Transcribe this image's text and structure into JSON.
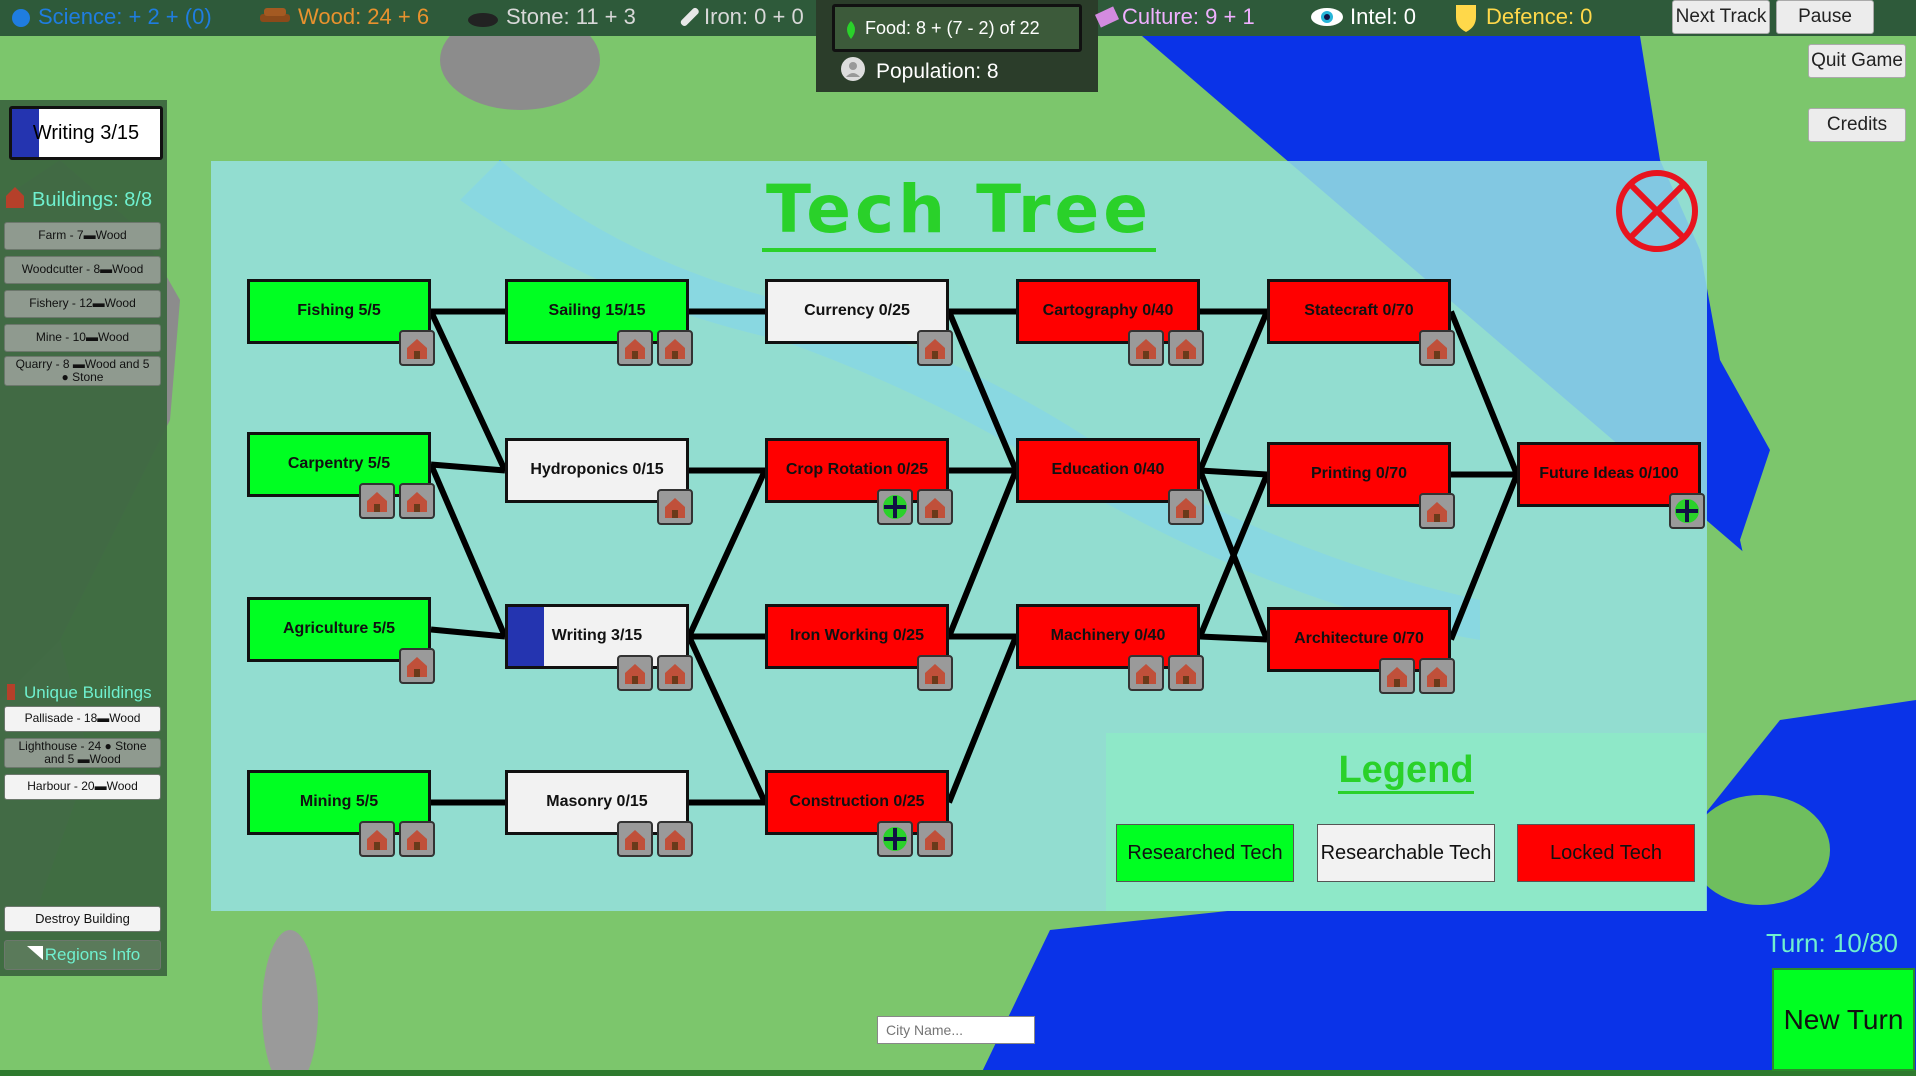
{
  "topbar": {
    "science": "Science: + 2 + (0)",
    "wood": "Wood: 24 + 6",
    "stone": "Stone: 11 + 3",
    "iron": "Iron: 0 + 0",
    "food": "Food: 8 + (7 - 2) of 22",
    "population": "Population: 8",
    "culture": "Culture: 9 + 1",
    "intel": "Intel: 0",
    "defence": "Defence: 0",
    "next_track": "Next Track",
    "pause": "Pause",
    "quit": "Quit Game",
    "credits": "Credits",
    "colors": {
      "science": "#1f7de0",
      "wood": "#e8922e",
      "stone": "#d8d8d8",
      "iron": "#d8d8d8",
      "culture": "#f0b0ff",
      "intel": "#ffffff",
      "defence": "#ffd84a"
    }
  },
  "current_research": {
    "label": "Writing 3/15",
    "progress": 0.2
  },
  "buildings": {
    "header": "Buildings: 8/8",
    "items": [
      {
        "name": "Farm - 7",
        "res": "Wood"
      },
      {
        "name": "Woodcutter - 8",
        "res": "Wood"
      },
      {
        "name": "Fishery - 12",
        "res": "Wood"
      },
      {
        "name": "Mine - 10",
        "res": "Wood"
      },
      {
        "name": "Quarry - 8",
        "res": "Wood and 5",
        "res2": "Stone"
      }
    ]
  },
  "unique_buildings": {
    "header": "Unique Buildings",
    "items": [
      {
        "name": "Pallisade - 18",
        "res": "Wood"
      },
      {
        "name": "Lighthouse - 24",
        "res": "Stone",
        "line2": "and 5",
        "res2": "Wood"
      },
      {
        "name": "Harbour - 20",
        "res": "Wood"
      }
    ]
  },
  "destroy_building": "Destroy Building",
  "regions_info": "Regions Info",
  "tech_tree": {
    "title": "Tech Tree",
    "techs": [
      {
        "id": "fishing",
        "label": "Fishing 5/5",
        "state": "researched",
        "progress": 1,
        "icons": [
          "fishery-icon"
        ]
      },
      {
        "id": "carpentry",
        "label": "Carpentry 5/5",
        "state": "researched",
        "progress": 1,
        "icons": [
          "saw-icon",
          "woodcutter-icon"
        ]
      },
      {
        "id": "agriculture",
        "label": "Agriculture 5/5",
        "state": "researched",
        "progress": 1,
        "icons": [
          "farm-icon"
        ]
      },
      {
        "id": "mining",
        "label": "Mining 5/5",
        "state": "researched",
        "progress": 1,
        "icons": [
          "mine-icon",
          "quarry-icon"
        ]
      },
      {
        "id": "sailing",
        "label": "Sailing 15/15",
        "state": "researched",
        "progress": 1,
        "icons": [
          "harbour-icon",
          "lighthouse-icon"
        ]
      },
      {
        "id": "hydroponics",
        "label": "Hydroponics 0/15",
        "state": "researchable",
        "progress": 0,
        "icons": [
          "hydro-farm-icon"
        ]
      },
      {
        "id": "writing",
        "label": "Writing 3/15",
        "state": "researchable",
        "progress": 0.2,
        "icons": [
          "library-icon",
          "school-icon"
        ]
      },
      {
        "id": "masonry",
        "label": "Masonry 0/15",
        "state": "researchable",
        "progress": 0,
        "icons": [
          "chisel-icon",
          "stone-house-icon"
        ]
      },
      {
        "id": "currency",
        "label": "Currency 0/25",
        "state": "researchable",
        "progress": 0,
        "icons": [
          "market-icon"
        ]
      },
      {
        "id": "crop_rotation",
        "label": "Crop Rotation 0/25",
        "state": "locked",
        "progress": 0,
        "icons": [
          "plus-icon",
          "farm-icon"
        ]
      },
      {
        "id": "iron_working",
        "label": "Iron Working 0/25",
        "state": "locked",
        "progress": 0,
        "icons": [
          "smithy-icon"
        ]
      },
      {
        "id": "construction",
        "label": "Construction 0/25",
        "state": "locked",
        "progress": 0,
        "icons": [
          "plus-icon",
          "tool-icon"
        ]
      },
      {
        "id": "cartography",
        "label": "Cartography 0/40",
        "state": "locked",
        "progress": 0,
        "icons": [
          "map-icon",
          "compass-icon"
        ]
      },
      {
        "id": "education",
        "label": "Education 0/40",
        "state": "locked",
        "progress": 0,
        "icons": [
          "university-icon"
        ]
      },
      {
        "id": "machinery",
        "label": "Machinery 0/40",
        "state": "locked",
        "progress": 0,
        "icons": [
          "windmill-icon",
          "workshop-icon"
        ]
      },
      {
        "id": "statecraft",
        "label": "Statecraft 0/70",
        "state": "locked",
        "progress": 0,
        "icons": [
          "palace-icon"
        ]
      },
      {
        "id": "printing",
        "label": "Printing 0/70",
        "state": "locked",
        "progress": 0,
        "icons": [
          "printing-press-icon"
        ]
      },
      {
        "id": "architecture",
        "label": "Architecture 0/70",
        "state": "locked",
        "progress": 0,
        "icons": [
          "tower-icon",
          "wall-icon"
        ]
      },
      {
        "id": "future_ideas",
        "label": "Future Ideas 0/100",
        "state": "locked",
        "progress": 0,
        "icons": [
          "plus-icon"
        ]
      }
    ]
  },
  "legend": {
    "title": "Legend",
    "researched": "Researched Tech",
    "researchable": "Researchable Tech",
    "locked": "Locked Tech",
    "colors": {
      "researched": "#00ff22",
      "researchable": "#f2f2f2",
      "locked": "#ff0000"
    }
  },
  "turn": "Turn: 10/80",
  "new_turn": "New Turn",
  "city_name_placeholder": "City Name..."
}
